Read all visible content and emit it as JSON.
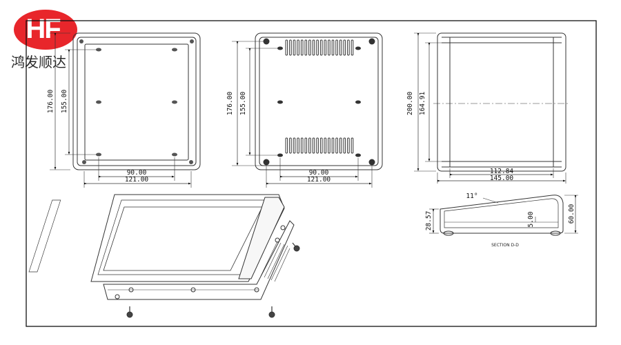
{
  "brand": {
    "logo_text": "HF",
    "company_name": "鸿发顺达",
    "brand_color": "#e8262b"
  },
  "drawing": {
    "top_view": {
      "height_outer": "176.00",
      "height_inner": "155.00",
      "width_inner": "90.00",
      "width_outer": "121.00"
    },
    "bottom_view": {
      "height_outer": "176.00",
      "height_inner": "155.00",
      "width_inner": "90.00",
      "width_outer": "121.00"
    },
    "front_view": {
      "height_outer": "200.00",
      "height_inner": "164.91",
      "width_inner": "112.84",
      "width_outer": "145.00"
    },
    "section_view": {
      "angle": "11°",
      "front_height": "28.57",
      "rib": "5.00",
      "back_height": "60.00",
      "title": "SECTION D-D"
    }
  }
}
